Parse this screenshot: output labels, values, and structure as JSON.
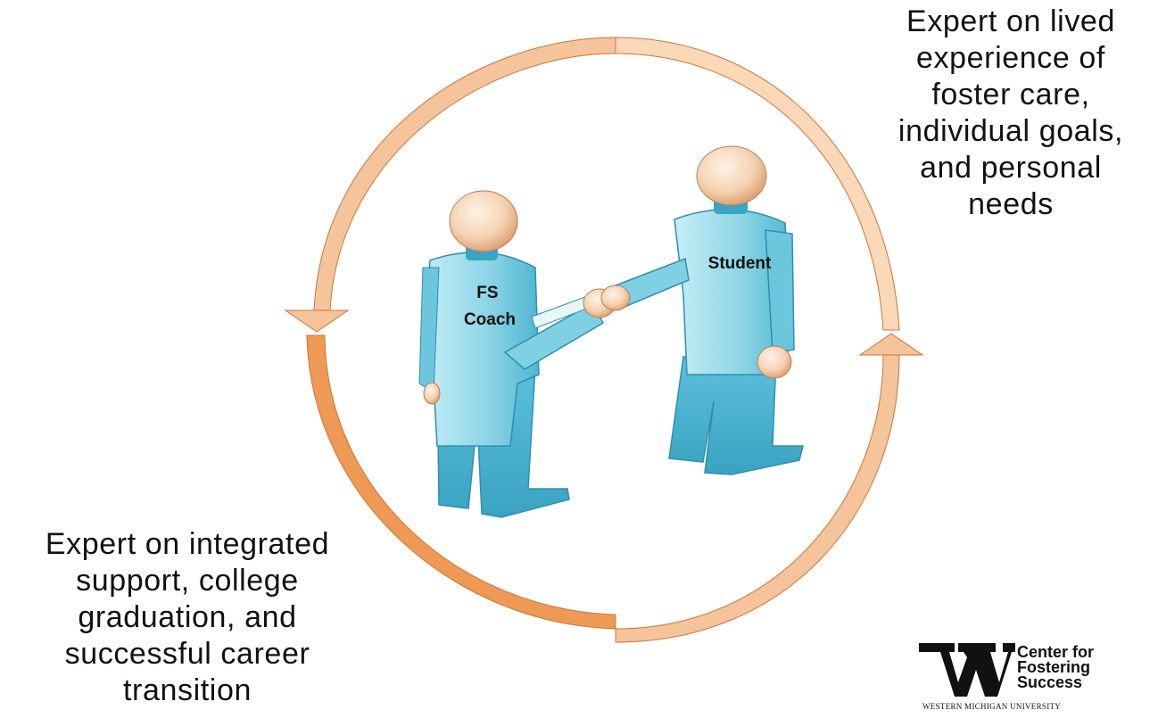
{
  "diagram": {
    "figures": [
      {
        "label_lines": [
          "FS",
          "Coach"
        ]
      },
      {
        "label_lines": [
          "Student"
        ]
      }
    ],
    "captions": {
      "right": [
        "Expert on lived",
        "experience of",
        "foster care,",
        "individual goals,",
        "and personal",
        "needs"
      ],
      "left": [
        "Expert on integrated",
        "support, college",
        "graduation, and",
        "successful career",
        "transition"
      ]
    },
    "colors": {
      "cycle_arrow_light": "#f6c49a",
      "cycle_arrow_dark": "#ee9a55",
      "cycle_outline": "#c8763a",
      "figure_body": "#8fd6e6",
      "figure_shadow": "#39a6c4",
      "figure_head": "#f4d2b2"
    }
  },
  "logo": {
    "mark": "W",
    "org_lines": [
      "Center for",
      "Fostering",
      "Success"
    ],
    "university": "WESTERN MICHIGAN UNIVERSITY"
  }
}
